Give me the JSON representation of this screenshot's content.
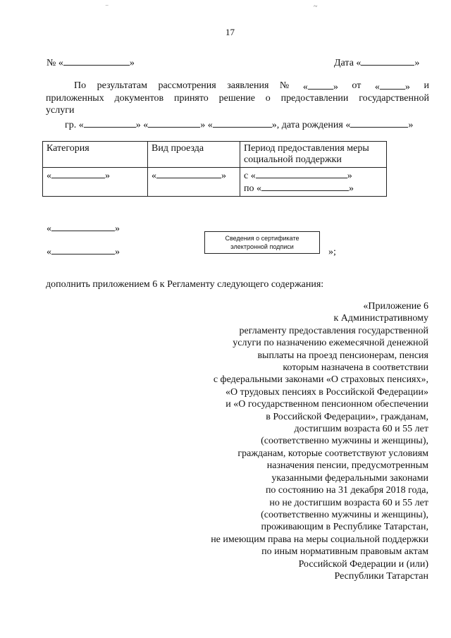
{
  "page_number": "17",
  "header": {
    "number_label": "№ «",
    "number_close": "»",
    "date_label": "Дата «",
    "date_close": "»"
  },
  "decision": {
    "line1_start": "По результатам рассмотрения заявления №",
    "q_open": "«",
    "q_close": "»",
    "from_word": "от",
    "and_word": "и",
    "line2": "приложенных документов принято решение о предоставлении государственной",
    "line3": "услуги",
    "citizen_prefix": "гр. «",
    "mid_quote": "» «",
    "birth_label": "», дата рождения «",
    "end_quote": "»"
  },
  "table": {
    "headers": [
      "Категория",
      "Вид проезда",
      "Период предоставления меры социальной поддержки"
    ],
    "period_from": "с",
    "period_to": "по",
    "open_quote": "«",
    "close_quote": "»"
  },
  "signatures": {
    "open_quote": "«",
    "close_quote": "»",
    "end_mark": "»;"
  },
  "certificate": {
    "line1": "Сведения о сертификате",
    "line2": "электронной подписи"
  },
  "supplement_line": "дополнить приложением 6 к Регламенту следующего содержания:",
  "appendix_lines": [
    "«Приложение 6",
    "к Административному",
    "регламенту предоставления государственной",
    "услуги по назначению ежемесячной денежной",
    "выплаты на проезд пенсионерам, пенсия",
    "которым назначена в соответствии",
    "с федеральными законами «О страховых пенсиях»,",
    "«О трудовых пенсиях в Российской Федерации»",
    "и «О государственном пенсионном обеспечении",
    "в Российской Федерации», гражданам,",
    "достигшим возраста 60 и 55 лет",
    "(соответственно мужчины и женщины),",
    "гражданам, которые соответствуют условиям",
    "назначения пенсии, предусмотренным",
    "указанными федеральными законами",
    "по состоянию на 31 декабря 2018 года,",
    "но не достигшим возраста 60 и 55 лет",
    "(соответственно мужчины и женщины),",
    "проживающим в Республике Татарстан,",
    "не имеющим права на меры социальной поддержки",
    "по иным нормативным правовым актам",
    "Российской Федерации и (или)",
    "Республики Татарстан"
  ]
}
